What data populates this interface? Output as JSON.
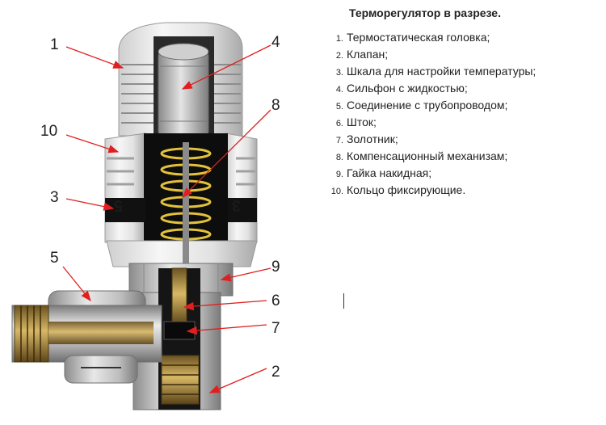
{
  "legend": {
    "title": "Терморегулятор в разрезе.",
    "items": [
      {
        "num": "1.",
        "label": "Термостатическая головка;"
      },
      {
        "num": "2.",
        "label": "Клапан;"
      },
      {
        "num": "3.",
        "label": "Шкала для настройки температуры;"
      },
      {
        "num": "4.",
        "label": "Сильфон с жидкостью;"
      },
      {
        "num": "5.",
        "label": "Соединение с трубопроводом;"
      },
      {
        "num": "6.",
        "label": "Шток;"
      },
      {
        "num": "7.",
        "label": "Золотник;"
      },
      {
        "num": "8.",
        "label": "Компенсационный механизам;"
      },
      {
        "num": "9.",
        "label": "Гайка накидная;"
      },
      {
        "num": "10.",
        "label": "Кольцо фиксирующие."
      }
    ]
  },
  "callouts": [
    "1",
    "2",
    "3",
    "4",
    "5",
    "6",
    "7",
    "8",
    "9",
    "10"
  ],
  "scale_marks": {
    "left": "5",
    "right": "3"
  },
  "colors": {
    "arrow": "#e02020",
    "text": "#222222",
    "plastic": "#e6e6e6",
    "metal": "#b8b8b8",
    "brass": "#b08a3a",
    "interior": "#111111"
  }
}
